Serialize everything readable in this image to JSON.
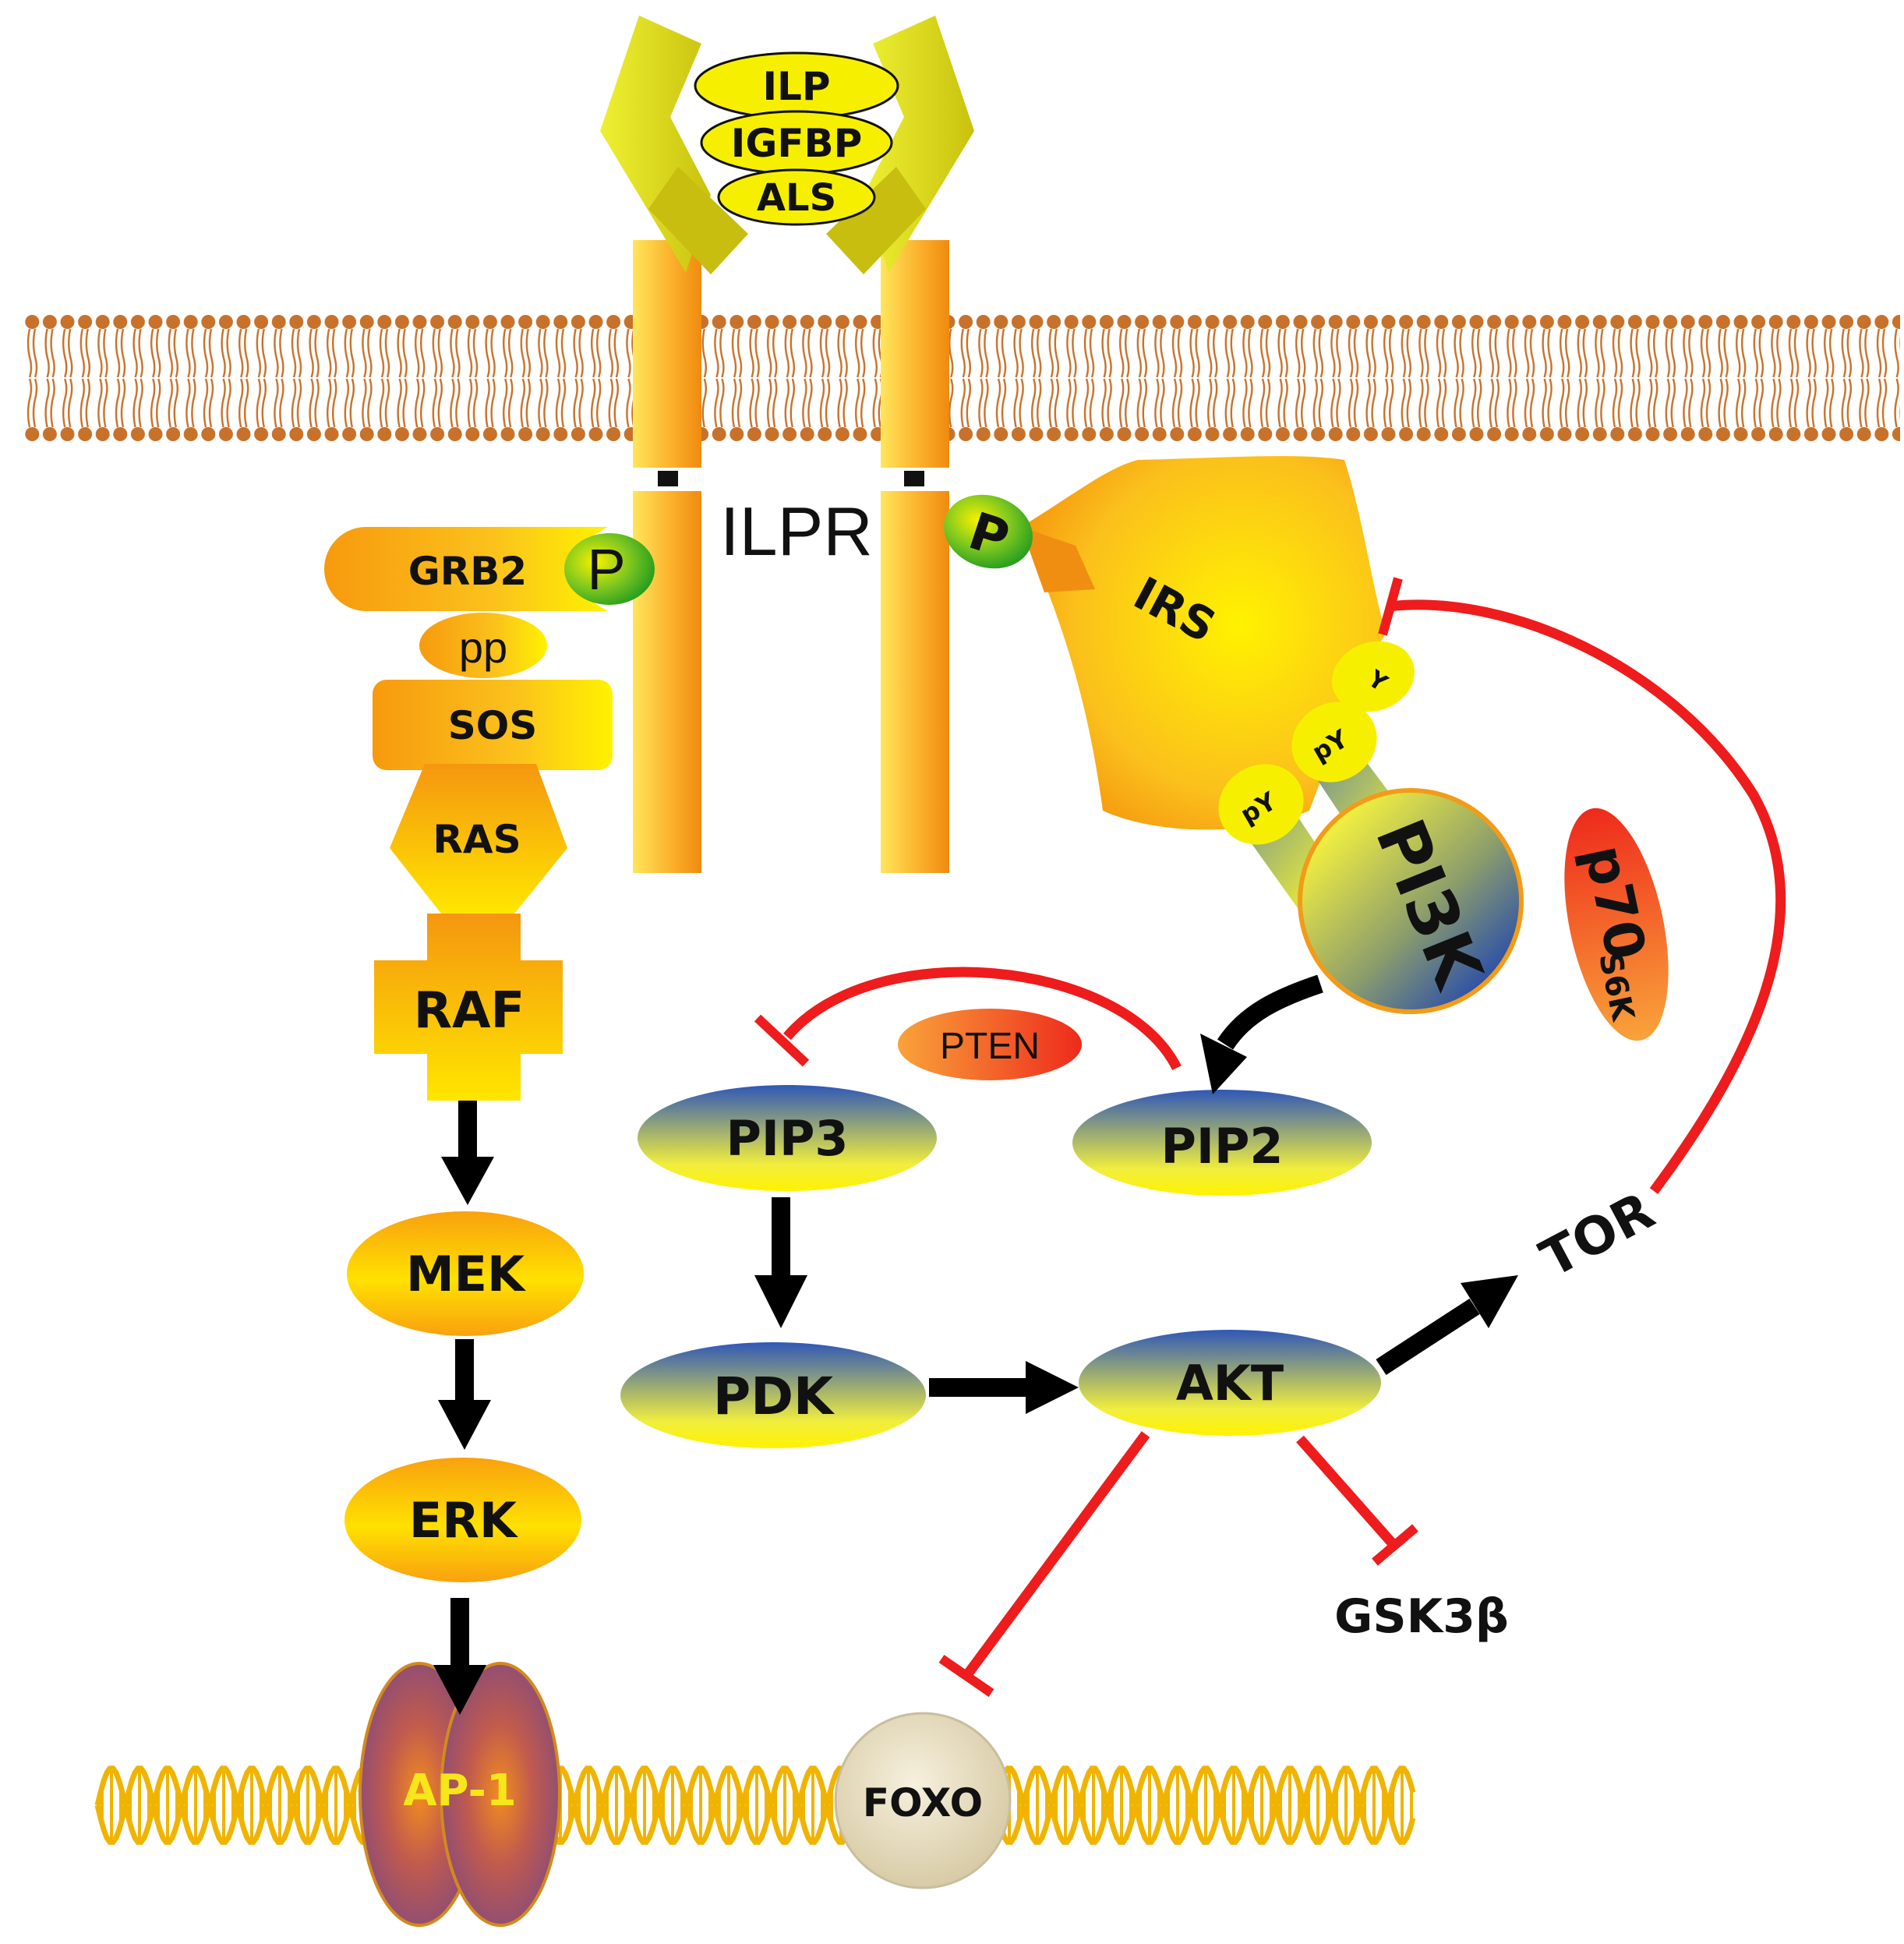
{
  "ligand": {
    "ilp": "ILP",
    "igfbp": "IGFBP",
    "als": "ALS"
  },
  "receptor": {
    "label": "ILPR",
    "phospho_left": "P",
    "phospho_right": "P"
  },
  "mapk_pathway": {
    "grb2": "GRB2",
    "pp": "pp",
    "sos": "SOS",
    "ras": "RAS",
    "raf": "RAF",
    "mek": "MEK",
    "erk": "ERK",
    "ap1": "AP-1"
  },
  "pi3k_pathway": {
    "irs": "IRS",
    "y": "Y",
    "py_upper": "pY",
    "py_lower": "pY",
    "pi3k": "PI3K",
    "pten": "PTEN",
    "pip3": "PIP3",
    "pip2": "PIP2",
    "pdk": "PDK",
    "akt": "AKT",
    "tor": "TOR",
    "p70_main": "p70",
    "p70_sup": "S6K",
    "gsk3b": "GSK3β",
    "foxo": "FOXO"
  },
  "colors": {
    "membrane": "#C8712A",
    "receptor": "#F7A21B",
    "ligand": "#F2F000",
    "activation_arrow": "#000000",
    "inhibition": "#EE1C1C",
    "pip_blue": "#2F57B8",
    "dna": "#F0B400",
    "ap1": "#8A4C78",
    "foxo": "#E9DFC4"
  }
}
